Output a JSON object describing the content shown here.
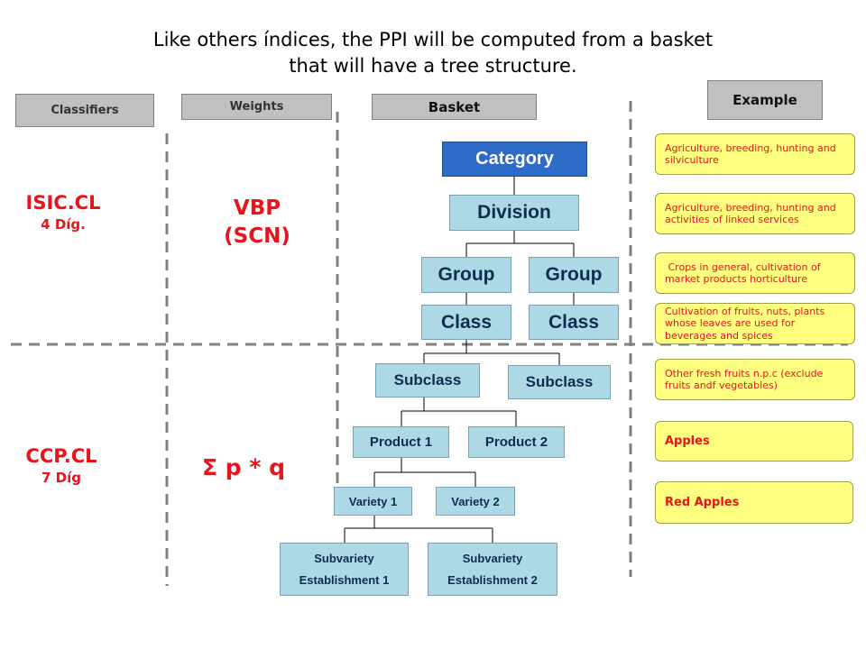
{
  "title": {
    "line1": "Like others índices, the PPI will be computed from a basket",
    "line2": "that will have a tree structure."
  },
  "headers": {
    "classifiers": "Classifiers",
    "weights": "Weights",
    "basket": "Basket",
    "example": "Example"
  },
  "classifiers": {
    "top_name": "ISIC.CL",
    "top_digits": "4 Díg.",
    "bottom_name": "CCP.CL",
    "bottom_digits": "7 Díg"
  },
  "weights": {
    "top_line1": "VBP",
    "top_line2": "(SCN)",
    "bottom": "Σ p * q"
  },
  "tree": {
    "category": "Category",
    "division": "Division",
    "group1": "Group",
    "group2": "Group",
    "class1": "Class",
    "class2": "Class",
    "subclass1": "Subclass",
    "subclass2": "Subclass",
    "product1": "Product 1",
    "product2": "Product 2",
    "variety1": "Variety 1",
    "variety2": "Variety 2",
    "subvariety1_line1": "Subvariety",
    "subvariety1_line2": "Establishment 1",
    "subvariety2_line1": "Subvariety",
    "subvariety2_line2": "Establishment 2"
  },
  "examples": [
    "Agriculture, breeding, hunting and silviculture",
    "Agriculture, breeding, hunting and activities of linked services",
    " Crops in general, cultivation of market products horticulture",
    "Cultivation of fruits, nuts, plants whose leaves are used for beverages and spices",
    "Other fresh fruits n.p.c (exclude fruits andf vegetables)",
    "Apples",
    "Red Apples"
  ],
  "colors": {
    "accent_red": "#e8141c",
    "category_blue": "#2e6bc7",
    "box_lightblue": "#add8e6",
    "example_yellow": "#ffff80",
    "header_gray": "#c0c0c0"
  }
}
